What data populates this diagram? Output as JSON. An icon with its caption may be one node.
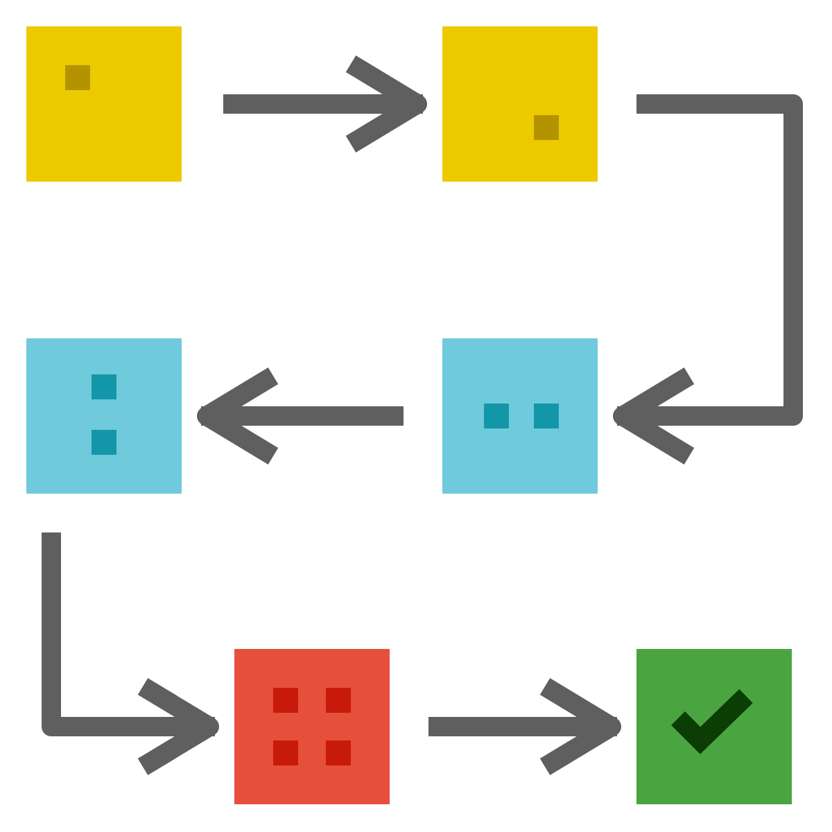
{
  "diagram": {
    "nodes": [
      {
        "text": [],
        "shape": "box"
      },
      {
        "text": [],
        "shape": "box"
      },
      {
        "text": [],
        "shape": "box"
      },
      {
        "text": [],
        "shape": "box"
      },
      {
        "text": [],
        "shape": "box"
      },
      {
        "text": [],
        "shape": "box"
      }
    ],
    "edges": [
      {
        "from": 0,
        "to": 1,
        "arrow": "to"
      },
      {
        "from": 1,
        "to": 3,
        "arrow": "to"
      },
      {
        "from": 3,
        "to": 2,
        "arrow": "to"
      },
      {
        "from": 2,
        "to": 4,
        "arrow": "to"
      },
      {
        "from": 4,
        "to": 5,
        "arrow": "to"
      }
    ]
  }
}
